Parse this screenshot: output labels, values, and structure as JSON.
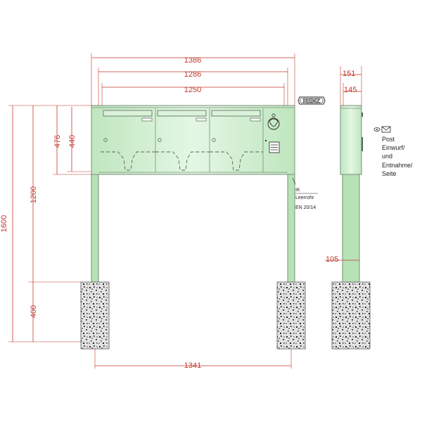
{
  "colors": {
    "body": "#c8ecc8",
    "post": "#b6e2b6",
    "dimension": "#c0392b",
    "concrete": "#d9d9d9"
  },
  "dimensions": {
    "width_total": "1386",
    "width_roof": "1286",
    "width_box": "1250",
    "post_spacing": "1341",
    "height_total": "1600",
    "height_box_base": "1200",
    "height_box": "476",
    "height_box_inner": "440",
    "foundation_depth": "400",
    "side_depth_total": "151",
    "side_depth_box": "145",
    "post_width": "105"
  },
  "annotations": {
    "pipe_line1": "IK",
    "pipe_line2": "Leerrohr",
    "pipe_line3": "EN 20/14",
    "side_line1": "Post",
    "side_line2": "Einwurf/",
    "side_line3": "und",
    "side_line4": "Entnahme/",
    "side_line5": "Seite"
  },
  "logo": {
    "text": "RENZ",
    "icon": "renz-logo"
  },
  "icons": {
    "eye": "eye-icon",
    "envelope": "envelope-icon",
    "emblem": "emblem-icon",
    "intercom": "intercom-panel"
  }
}
